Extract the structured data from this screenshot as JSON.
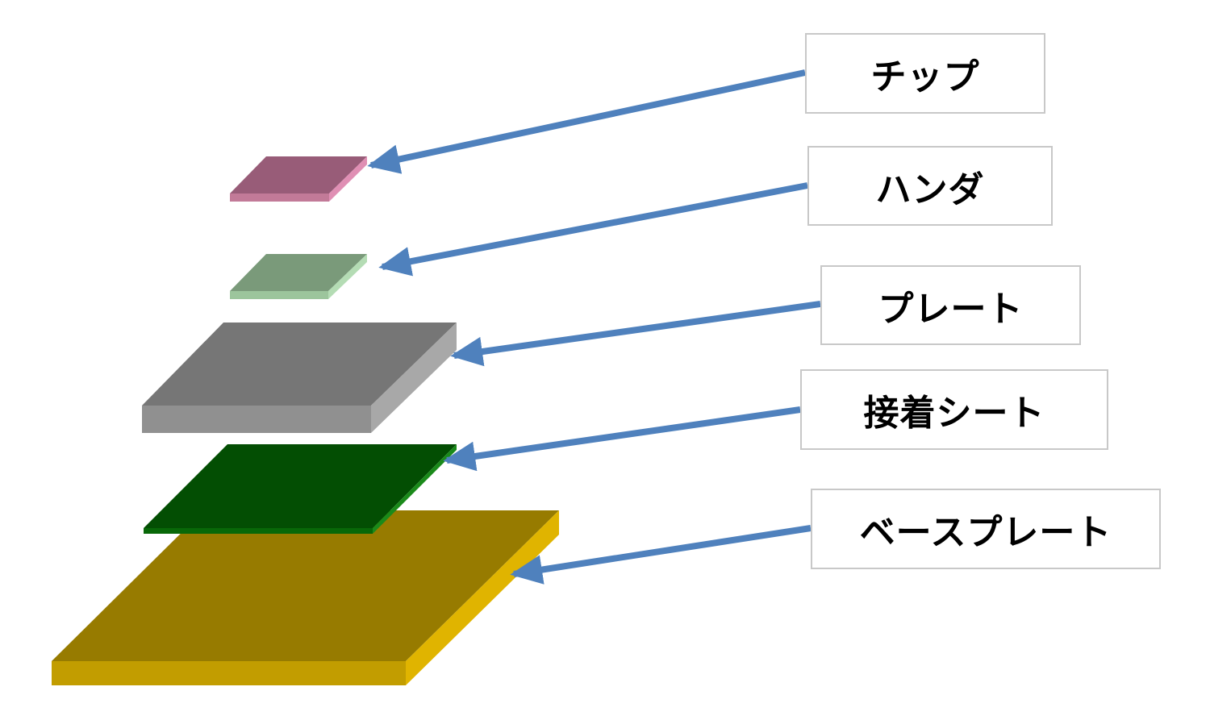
{
  "labels": {
    "chip": "チップ",
    "solder": "ハンダ",
    "plate": "プレート",
    "adhesive_sheet": "接着シート",
    "base_plate": "ベースプレート"
  },
  "colors": {
    "chip": "#985c78",
    "solder": "#7a9a7a",
    "plate": "#767676",
    "adhesive_sheet": "#034e03",
    "base_plate": "#977b00",
    "arrow": "#4f81bd",
    "label_border": "#c8c8c8"
  }
}
